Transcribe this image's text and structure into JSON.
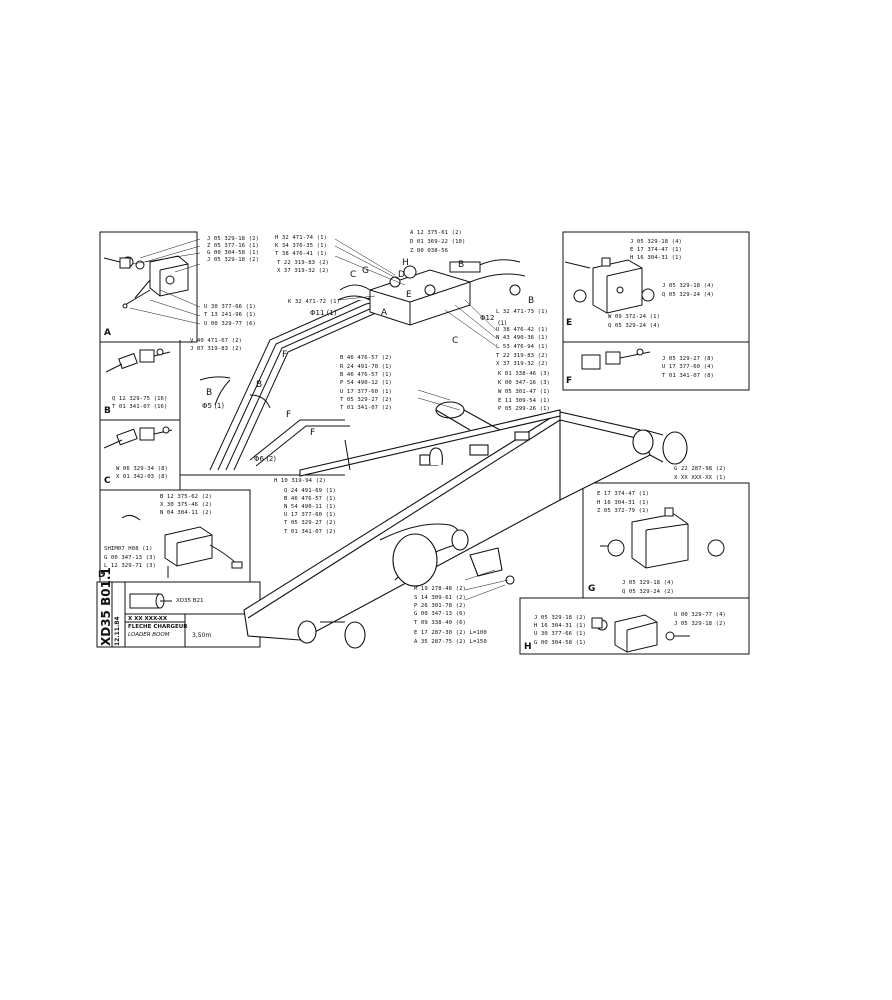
{
  "title_block": {
    "code": "XD35 B01.1",
    "ref": "12.11.84",
    "name_fr": "FLECHE CHARGEUR",
    "name_en": "LOADER BOOM",
    "size": "3,50m",
    "number_mask": "X XX XXX-XX",
    "ref_link": "XD35 B21"
  },
  "views": {
    "A": "A",
    "B": "B",
    "C": "C",
    "D": "D",
    "E": "E",
    "F": "F",
    "G": "G",
    "H": "H"
  },
  "callouts": {
    "phi5": "Φ5 (1)",
    "phi6": "Φ6 (2)",
    "phi11": "Φ11 (1)",
    "phi12": "Φ12",
    "phi12_qty": "(1)"
  },
  "parts": {
    "box_a": [
      "J 05 329-18 (2)",
      "Z 05 377-16 (1)",
      "G 00 304-58 (1)",
      "J 05 329-18 (2)",
      "U 30 377-66 (1)",
      "T 13 241-96 (1)",
      "U 00 329-77 (6)"
    ],
    "box_b": [
      "Q 12 329-75 (16)",
      "T 01 341-07 (16)"
    ],
    "box_c": [
      "W 06 329-34 (8)",
      "X 01 342-03 (8)"
    ],
    "box_d": [
      "B 12 375-62 (2)",
      "X 30 375-46 (2)",
      "N 04 304-11 (2)",
      "SHIM07 H08 (1)",
      "G 00 347-13 (3)",
      "L 12 329-71 (3)"
    ],
    "box_e": [
      "J 05 329-18 (4)",
      "E 17 374-47 (1)",
      "H 16 304-31 (1)",
      "J 05 329-18 (4)",
      "Q 05 329-24 (4)",
      "W 09 372-24 (1)",
      "Q 05 329-24 (4)"
    ],
    "box_f": [
      "J 05 329-27 (8)",
      "U 17 377-60 (4)",
      "T 01 341-07 (8)"
    ],
    "box_g": [
      "E 17 374-47 (1)",
      "H 16 304-31 (1)",
      "Z 05 372-79 (1)",
      "J 05 329-18 (4)",
      "Q 05 329-24 (2)"
    ],
    "box_h": [
      "J 05 329-18 (2)",
      "H 16 304-31 (1)",
      "U 30 377-66 (1)",
      "G 00 304-58 (1)",
      "U 00 329-77 (4)",
      "J 05 329-18 (2)"
    ],
    "top_center": [
      "H 32 471-74 (1)",
      "K 34 376-35 (1)",
      "T 38 476-41 (1)",
      "T 22 319-83 (2)",
      "X 37 319-32 (2)",
      "K 32 471-72 (1)"
    ],
    "top_right": [
      "A 12 375-61 (2)",
      "D 01 369-22 (10)",
      "Z 00 038-56"
    ],
    "mid_right": [
      "L 32 471-73 (1)",
      "U 38 476-42 (1)",
      "N 43 490-36 (1)",
      "L 53 476-94 (1)",
      "T 22 319-83 (2)",
      "X 37 319-32 (2)",
      "K 01 338-46 (3)",
      "K 00 347-16 (3)",
      "W 05 301-47 (1)",
      "E 11 309-54 (1)",
      "P 05 299-26 (1)"
    ],
    "hose_left": [
      "V 40 471-67 (2)",
      "J 07 319-83 (2)"
    ],
    "hose_center": [
      "B 46 476-57 (2)",
      "R 24 491-70 (1)",
      "B 46 476-57 (1)",
      "P 54 490-12 (1)",
      "U 17 377-60 (1)",
      "T 05 329-27 (2)",
      "T 01 341-07 (2)"
    ],
    "lower_center": [
      "H 10 319-94 (2)",
      "Q 24 491-69 (1)",
      "B 46 476-57 (1)",
      "N 54 490-11 (1)",
      "U 17 377-60 (1)",
      "T 05 329-27 (2)",
      "T 01 341-07 (2)"
    ],
    "pin_right": [
      "G 22 287-98 (2)",
      "X XX XXX-XX (1)"
    ],
    "bottom_center": [
      "M 19 278-48 (2)",
      "S 14 309-61 (2)",
      "P 26 301-78 (2)",
      "G 00 347-13 (6)",
      "T 09 338-40 (6)",
      "E 17 287-30 (2) L=100",
      "A 35 287-75 (2) L=150"
    ]
  },
  "inline_tags": {
    "u1": "1",
    "u2": "1"
  }
}
